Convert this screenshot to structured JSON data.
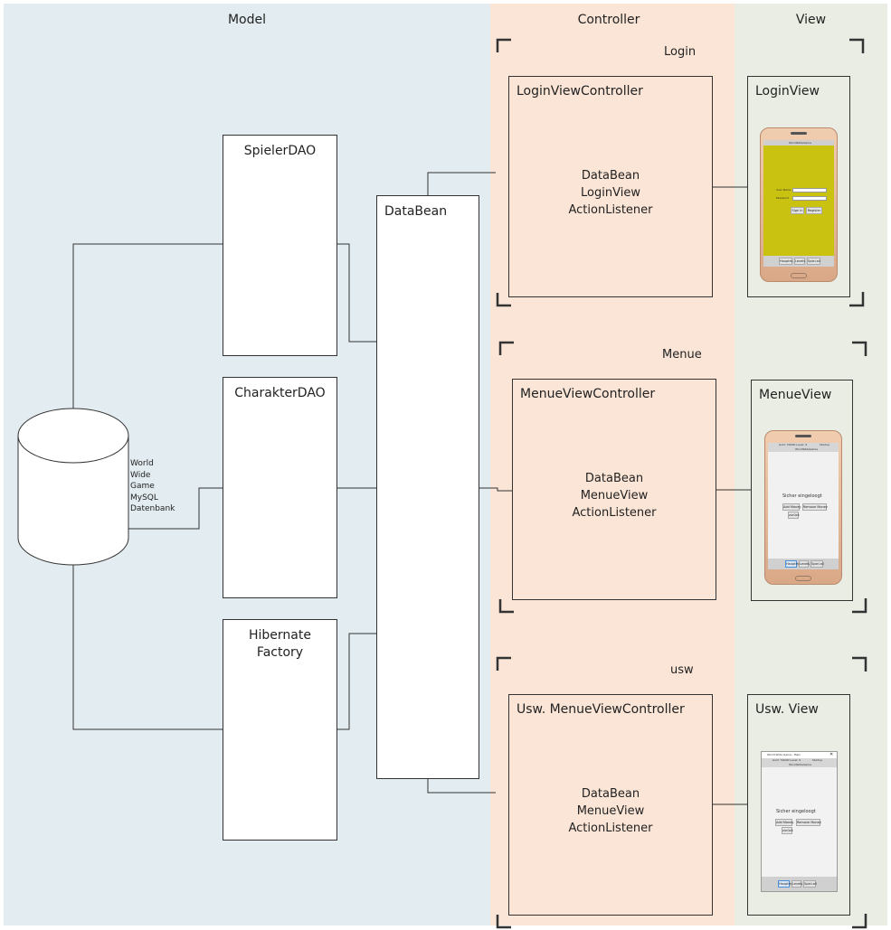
{
  "lanes": {
    "model": "Model",
    "controller": "Controller",
    "view": "View"
  },
  "colors": {
    "model_bg": "#e3ecf0",
    "controller_bg": "#fbe5d6",
    "view_bg": "#e9ede4",
    "phone_body": "#e0b292",
    "login_screen": "#c9c210",
    "menu_screen": "#f1f1f1"
  },
  "database": {
    "label_lines": [
      "World",
      "Wide",
      "Game",
      "MySQL",
      "Datenbank"
    ]
  },
  "dao": {
    "spieler": "SpielerDAO",
    "charakter": "CharakterDAO",
    "hibernate_line1": "Hibernate",
    "hibernate_line2": "Factory"
  },
  "databean": {
    "title": "DataBean"
  },
  "sections": {
    "login": {
      "label": "Login",
      "controller_title": "LoginViewController",
      "controller_lines": [
        "DataBean",
        "LoginView",
        "ActionListener"
      ],
      "view_title": "LoginView",
      "screen": {
        "header": "WorldWideGame",
        "username_label": "User Name",
        "password_label": "Password",
        "buttons": [
          "Sign In",
          "Register"
        ],
        "bottom_buttons": [
          "Hauptm.",
          "Levels",
          "Spiel.all"
        ]
      }
    },
    "menue": {
      "label": "Menue",
      "controller_title": "MenueViewController",
      "controller_lines": [
        "DataBean",
        "MenueView",
        "ActionListener"
      ],
      "view_title": "MenueView",
      "screen": {
        "top_left": "Gold: 50000 Level: 9",
        "top_right": "Startup",
        "header": "WorldWideGame",
        "message": "Sicher eingeloogt",
        "buttons": [
          "Add Money",
          "Remove Money"
        ],
        "back_button": "zurück",
        "bottom_buttons": [
          "Hauptm.",
          "Levels",
          "Spiel.all"
        ]
      }
    },
    "usw": {
      "label": "usw",
      "controller_title": "Usw. MenueViewController",
      "controller_lines": [
        "DataBean",
        "MenueView",
        "ActionListener"
      ],
      "view_title": "Usw. View",
      "screen": {
        "window_title": "World Wide Game - Main",
        "top_left": "Gold: 50000 Level: 9",
        "top_right": "Startup",
        "header": "WorldWideGame",
        "message": "Sicher eingeloogt",
        "buttons": [
          "Add Money",
          "Remove Money"
        ],
        "back_button": "zurück",
        "bottom_buttons": [
          "Hauptm.",
          "Levels",
          "Spiel.all"
        ]
      }
    }
  }
}
